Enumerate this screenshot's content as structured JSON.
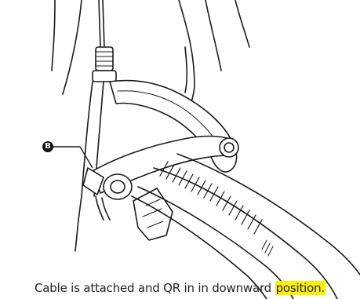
{
  "callout": {
    "label": "B"
  },
  "caption": {
    "text": "Cable is attached and QR in in downward",
    "highlight": "position."
  },
  "colors": {
    "highlight": "#fff200",
    "line": "#1a1a1a",
    "callout_fill": "#111111"
  }
}
